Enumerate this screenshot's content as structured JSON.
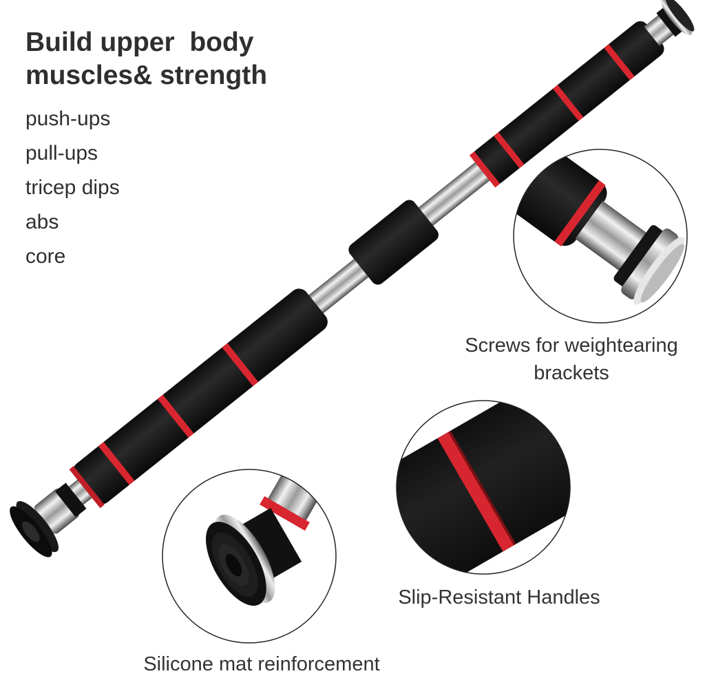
{
  "headline": {
    "line1": "Build upper  body",
    "line2": "muscles& strength"
  },
  "uses": [
    "push-ups",
    "pull-ups",
    "tricep dips",
    "abs",
    "core"
  ],
  "captions": {
    "screws_line1": "Screws for weightearing",
    "screws_line2": "brackets",
    "handles": "Slip-Resistant Handles",
    "mat": "Silicone mat reinforcement"
  },
  "icons": [
    "pull-up-bar-product",
    "end-cap-detail-circle",
    "foam-grip-detail-circle",
    "silicone-mat-detail-circle"
  ],
  "colors": {
    "text": "#2f2f2f",
    "foam": "#1a1a1a",
    "accent_red": "#d7262f",
    "chrome": "#c8c8c8",
    "background": "#ffffff"
  }
}
